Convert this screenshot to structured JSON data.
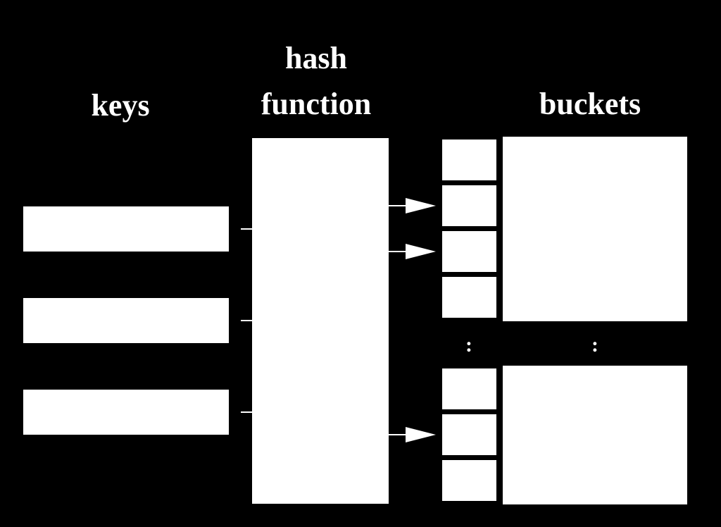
{
  "headings": {
    "keys": "keys",
    "hash_function_line1": "hash",
    "hash_function_line2": "function",
    "buckets": "buckets"
  },
  "ellipsis": {
    "slots": ":",
    "buckets": ":"
  },
  "colors": {
    "background": "#000000",
    "foreground": "#ffffff"
  }
}
